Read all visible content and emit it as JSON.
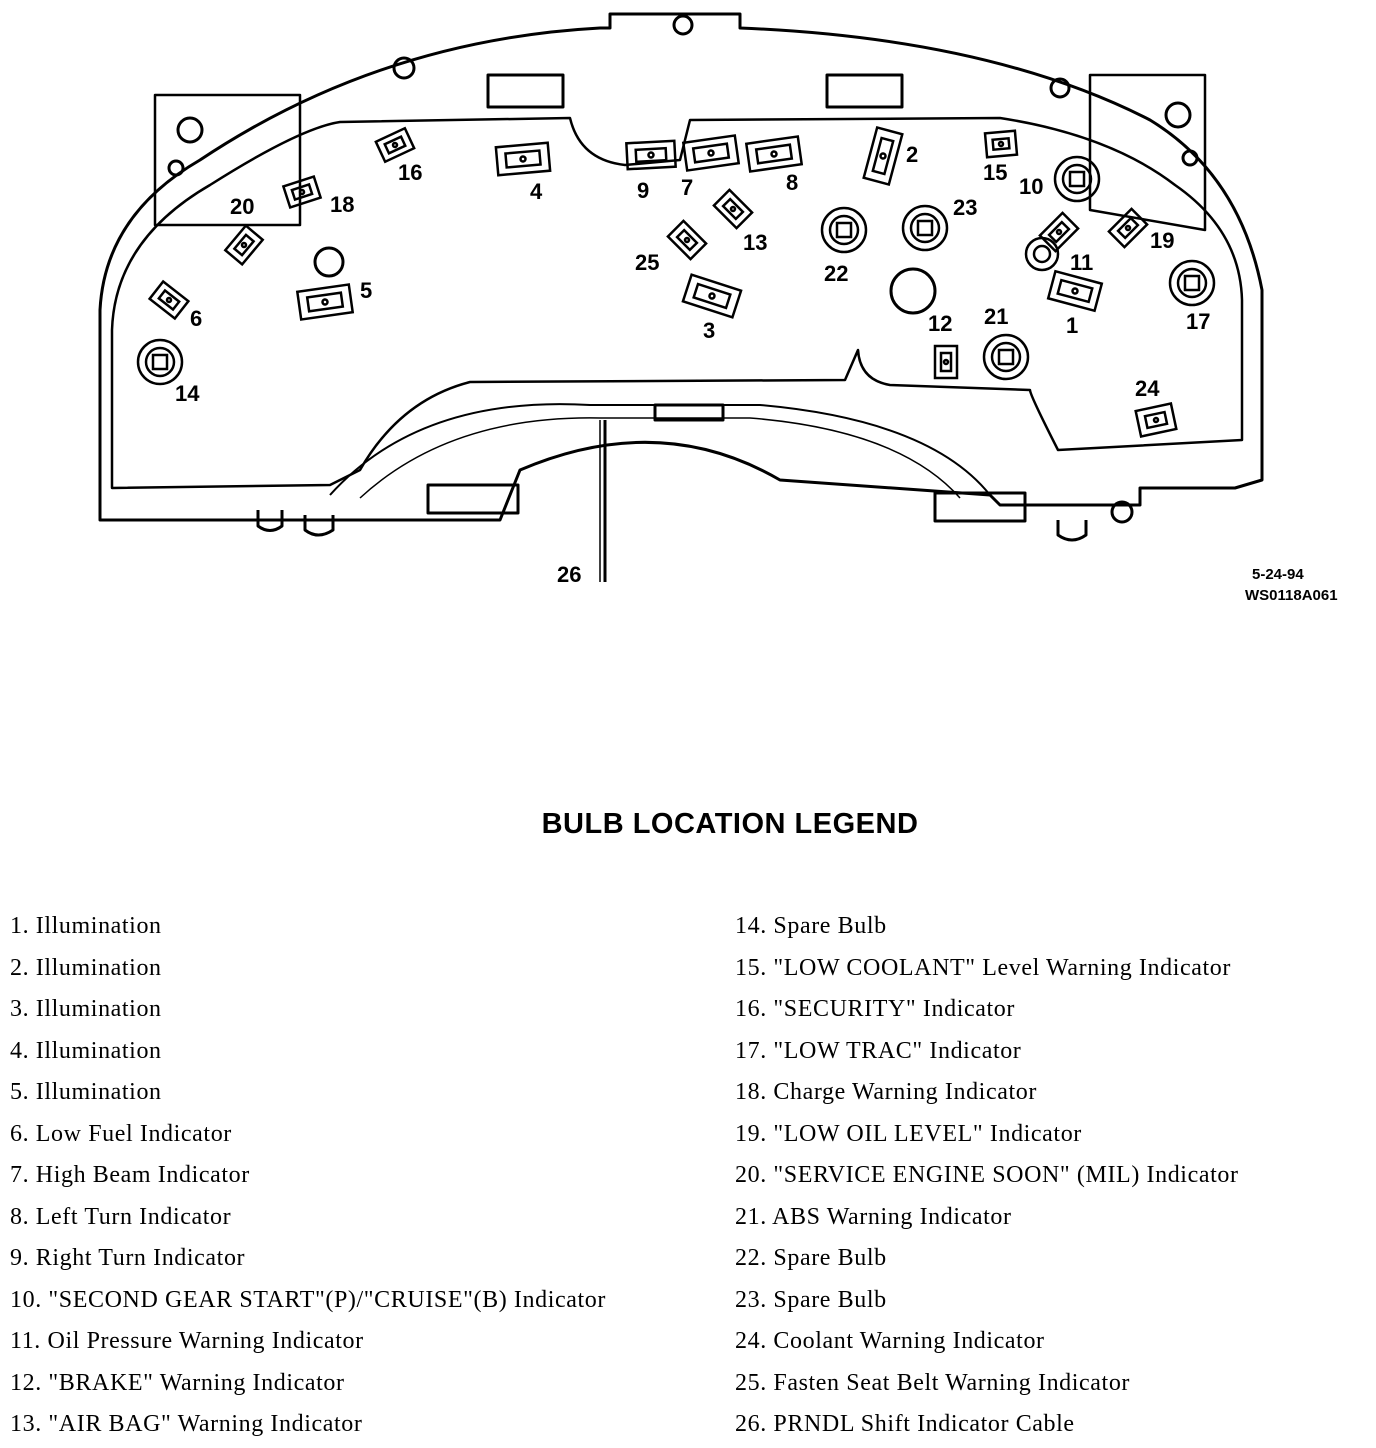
{
  "callouts": {
    "c1": "1",
    "c2": "2",
    "c3": "3",
    "c4": "4",
    "c5": "5",
    "c6": "6",
    "c7": "7",
    "c8": "8",
    "c9": "9",
    "c10": "10",
    "c11": "11",
    "c12": "12",
    "c13": "13",
    "c14": "14",
    "c15": "15",
    "c16": "16",
    "c17": "17",
    "c18": "18",
    "c19": "19",
    "c20": "20",
    "c21": "21",
    "c22": "22",
    "c23": "23",
    "c24": "24",
    "c25": "25",
    "c26": "26"
  },
  "figure_code": {
    "date": "5-24-94",
    "id": "WS0118A061"
  },
  "legend": {
    "title": "BULB LOCATION LEGEND",
    "left": [
      "1. Illumination",
      "2. Illumination",
      "3. Illumination",
      "4. Illumination",
      "5. Illumination",
      "6. Low Fuel Indicator",
      "7. High Beam Indicator",
      "8. Left Turn Indicator",
      "9. Right Turn Indicator",
      "10. \"SECOND GEAR START\"(P)/\"CRUISE\"(B) Indicator",
      "11. Oil Pressure Warning Indicator",
      "12. \"BRAKE\" Warning Indicator",
      "13. \"AIR BAG\" Warning Indicator"
    ],
    "right": [
      "14. Spare Bulb",
      "15. \"LOW COOLANT\" Level Warning Indicator",
      "16. \"SECURITY\" Indicator",
      "17. \"LOW TRAC\" Indicator",
      "18. Charge Warning Indicator",
      "19. \"LOW OIL LEVEL\" Indicator",
      "20. \"SERVICE ENGINE SOON\" (MIL) Indicator",
      "21. ABS Warning Indicator",
      "22. Spare Bulb",
      "23. Spare Bulb",
      "24. Coolant Warning Indicator",
      "25. Fasten Seat Belt Warning Indicator",
      "26. PRNDL Shift Indicator Cable"
    ]
  }
}
